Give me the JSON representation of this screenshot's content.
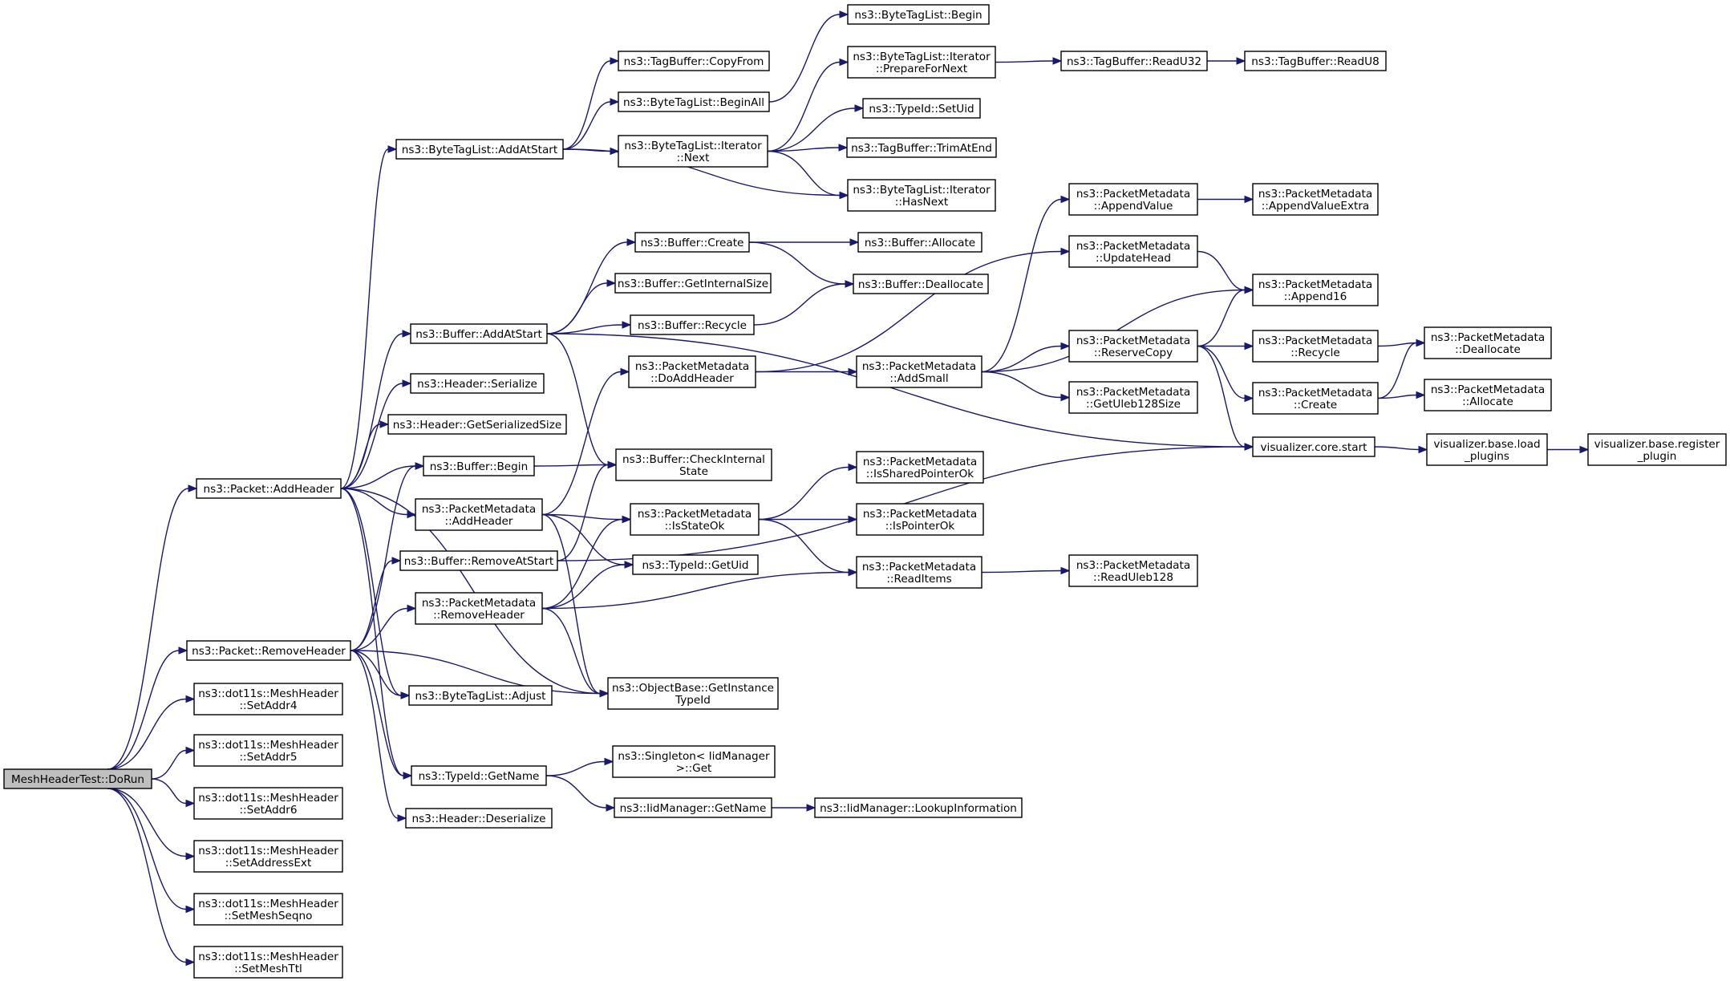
{
  "nodes": {
    "n0": {
      "lines": [
        "MeshHeaderTest::DoRun"
      ],
      "root": true
    },
    "n1": {
      "lines": [
        "ns3::Packet::AddHeader"
      ]
    },
    "n2": {
      "lines": [
        "ns3::Packet::RemoveHeader"
      ]
    },
    "n3": {
      "lines": [
        "ns3::dot11s::MeshHeader",
        "::SetAddr4"
      ]
    },
    "n4": {
      "lines": [
        "ns3::dot11s::MeshHeader",
        "::SetAddr5"
      ]
    },
    "n5": {
      "lines": [
        "ns3::dot11s::MeshHeader",
        "::SetAddr6"
      ]
    },
    "n6": {
      "lines": [
        "ns3::dot11s::MeshHeader",
        "::SetAddressExt"
      ]
    },
    "n7": {
      "lines": [
        "ns3::dot11s::MeshHeader",
        "::SetMeshSeqno"
      ]
    },
    "n8": {
      "lines": [
        "ns3::dot11s::MeshHeader",
        "::SetMeshTtl"
      ]
    },
    "n9": {
      "lines": [
        "ns3::ByteTagList::AddAtStart"
      ]
    },
    "n10": {
      "lines": [
        "ns3::Buffer::AddAtStart"
      ]
    },
    "n11": {
      "lines": [
        "ns3::Header::Serialize"
      ]
    },
    "n12": {
      "lines": [
        "ns3::Header::GetSerializedSize"
      ]
    },
    "n13": {
      "lines": [
        "ns3::Buffer::Begin"
      ]
    },
    "n14": {
      "lines": [
        "ns3::PacketMetadata",
        "::AddHeader"
      ]
    },
    "n15": {
      "lines": [
        "ns3::Buffer::RemoveAtStart"
      ]
    },
    "n16": {
      "lines": [
        "ns3::PacketMetadata",
        "::RemoveHeader"
      ]
    },
    "n17": {
      "lines": [
        "ns3::ByteTagList::Adjust"
      ]
    },
    "n18": {
      "lines": [
        "ns3::TypeId::GetName"
      ]
    },
    "n19": {
      "lines": [
        "ns3::Header::Deserialize"
      ]
    },
    "n20": {
      "lines": [
        "ns3::TagBuffer::CopyFrom"
      ]
    },
    "n21": {
      "lines": [
        "ns3::ByteTagList::BeginAll"
      ]
    },
    "n22": {
      "lines": [
        "ns3::ByteTagList::Iterator",
        "::Next"
      ]
    },
    "n23": {
      "lines": [
        "ns3::Buffer::Create"
      ]
    },
    "n24": {
      "lines": [
        "ns3::Buffer::GetInternalSize"
      ]
    },
    "n25": {
      "lines": [
        "ns3::Buffer::Recycle"
      ]
    },
    "n26": {
      "lines": [
        "ns3::PacketMetadata",
        "::DoAddHeader"
      ]
    },
    "n27": {
      "lines": [
        "ns3::Buffer::CheckInternal",
        "State"
      ]
    },
    "n28": {
      "lines": [
        "ns3::PacketMetadata",
        "::IsStateOk"
      ]
    },
    "n29": {
      "lines": [
        "ns3::TypeId::GetUid"
      ]
    },
    "n30": {
      "lines": [
        "ns3::ObjectBase::GetInstance",
        "TypeId"
      ]
    },
    "n31": {
      "lines": [
        "ns3::Singleton< IidManager",
        " >::Get"
      ]
    },
    "n32": {
      "lines": [
        "ns3::IidManager::GetName"
      ]
    },
    "n33": {
      "lines": [
        "ns3::ByteTagList::Begin"
      ]
    },
    "n34": {
      "lines": [
        "ns3::ByteTagList::Iterator",
        "::PrepareForNext"
      ]
    },
    "n35": {
      "lines": [
        "ns3::TypeId::SetUid"
      ]
    },
    "n36": {
      "lines": [
        "ns3::TagBuffer::TrimAtEnd"
      ]
    },
    "n37": {
      "lines": [
        "ns3::ByteTagList::Iterator",
        "::HasNext"
      ]
    },
    "n38": {
      "lines": [
        "ns3::Buffer::Allocate"
      ]
    },
    "n39": {
      "lines": [
        "ns3::Buffer::Deallocate"
      ]
    },
    "n40": {
      "lines": [
        "ns3::PacketMetadata",
        "::AddSmall"
      ]
    },
    "n41": {
      "lines": [
        "ns3::PacketMetadata",
        "::IsSharedPointerOk"
      ]
    },
    "n42": {
      "lines": [
        "ns3::PacketMetadata",
        "::IsPointerOk"
      ]
    },
    "n43": {
      "lines": [
        "ns3::PacketMetadata",
        "::ReadItems"
      ]
    },
    "n44": {
      "lines": [
        "ns3::IidManager::LookupInformation"
      ]
    },
    "n45": {
      "lines": [
        "ns3::TagBuffer::ReadU32"
      ]
    },
    "n46": {
      "lines": [
        "ns3::PacketMetadata",
        "::AppendValue"
      ]
    },
    "n47": {
      "lines": [
        "ns3::PacketMetadata",
        "::UpdateHead"
      ]
    },
    "n48": {
      "lines": [
        "ns3::PacketMetadata",
        "::ReserveCopy"
      ]
    },
    "n49": {
      "lines": [
        "ns3::PacketMetadata",
        "::GetUleb128Size"
      ]
    },
    "n50": {
      "lines": [
        "ns3::PacketMetadata",
        "::ReadUleb128"
      ]
    },
    "n51": {
      "lines": [
        "visualizer.core.start"
      ]
    },
    "n52": {
      "lines": [
        "ns3::TagBuffer::ReadU8"
      ]
    },
    "n53": {
      "lines": [
        "ns3::PacketMetadata",
        "::AppendValueExtra"
      ]
    },
    "n54": {
      "lines": [
        "ns3::PacketMetadata",
        "::Append16"
      ]
    },
    "n55": {
      "lines": [
        "ns3::PacketMetadata",
        "::Recycle"
      ]
    },
    "n56": {
      "lines": [
        "ns3::PacketMetadata",
        "::Create"
      ]
    },
    "n57": {
      "lines": [
        "ns3::PacketMetadata",
        "::Deallocate"
      ]
    },
    "n58": {
      "lines": [
        "ns3::PacketMetadata",
        "::Allocate"
      ]
    },
    "n59": {
      "lines": [
        "visualizer.base.load",
        "_plugins"
      ]
    },
    "n60": {
      "lines": [
        "visualizer.base.register",
        "_plugin"
      ]
    }
  },
  "edges": [
    [
      "n0",
      "n1"
    ],
    [
      "n0",
      "n2"
    ],
    [
      "n0",
      "n3"
    ],
    [
      "n0",
      "n4"
    ],
    [
      "n0",
      "n5"
    ],
    [
      "n0",
      "n6"
    ],
    [
      "n0",
      "n7"
    ],
    [
      "n0",
      "n8"
    ],
    [
      "n1",
      "n9"
    ],
    [
      "n1",
      "n10"
    ],
    [
      "n1",
      "n11"
    ],
    [
      "n1",
      "n12"
    ],
    [
      "n1",
      "n13"
    ],
    [
      "n1",
      "n14"
    ],
    [
      "n1",
      "n17"
    ],
    [
      "n1",
      "n18"
    ],
    [
      "n1",
      "n30"
    ],
    [
      "n2",
      "n13"
    ],
    [
      "n2",
      "n15"
    ],
    [
      "n2",
      "n16"
    ],
    [
      "n2",
      "n17"
    ],
    [
      "n2",
      "n18"
    ],
    [
      "n2",
      "n19"
    ],
    [
      "n2",
      "n30"
    ],
    [
      "n9",
      "n20"
    ],
    [
      "n9",
      "n21"
    ],
    [
      "n9",
      "n22"
    ],
    [
      "n9",
      "n37"
    ],
    [
      "n21",
      "n33"
    ],
    [
      "n22",
      "n34"
    ],
    [
      "n22",
      "n35"
    ],
    [
      "n22",
      "n36"
    ],
    [
      "n22",
      "n37"
    ],
    [
      "n34",
      "n45"
    ],
    [
      "n45",
      "n52"
    ],
    [
      "n10",
      "n23"
    ],
    [
      "n10",
      "n24"
    ],
    [
      "n10",
      "n25"
    ],
    [
      "n10",
      "n27"
    ],
    [
      "n10",
      "n51"
    ],
    [
      "n23",
      "n38"
    ],
    [
      "n23",
      "n39"
    ],
    [
      "n25",
      "n39"
    ],
    [
      "n13",
      "n27"
    ],
    [
      "n14",
      "n26"
    ],
    [
      "n14",
      "n28"
    ],
    [
      "n14",
      "n29"
    ],
    [
      "n14",
      "n30"
    ],
    [
      "n15",
      "n27"
    ],
    [
      "n15",
      "n51"
    ],
    [
      "n16",
      "n28"
    ],
    [
      "n16",
      "n29"
    ],
    [
      "n16",
      "n43"
    ],
    [
      "n16",
      "n30"
    ],
    [
      "n18",
      "n31"
    ],
    [
      "n18",
      "n32"
    ],
    [
      "n32",
      "n44"
    ],
    [
      "n26",
      "n47"
    ],
    [
      "n26",
      "n40"
    ],
    [
      "n40",
      "n46"
    ],
    [
      "n40",
      "n54"
    ],
    [
      "n40",
      "n48"
    ],
    [
      "n40",
      "n49"
    ],
    [
      "n46",
      "n53"
    ],
    [
      "n47",
      "n54"
    ],
    [
      "n48",
      "n54"
    ],
    [
      "n48",
      "n55"
    ],
    [
      "n48",
      "n56"
    ],
    [
      "n48",
      "n51"
    ],
    [
      "n55",
      "n57"
    ],
    [
      "n56",
      "n57"
    ],
    [
      "n56",
      "n58"
    ],
    [
      "n28",
      "n41"
    ],
    [
      "n28",
      "n42"
    ],
    [
      "n28",
      "n43"
    ],
    [
      "n43",
      "n50"
    ],
    [
      "n51",
      "n59"
    ],
    [
      "n59",
      "n60"
    ]
  ]
}
